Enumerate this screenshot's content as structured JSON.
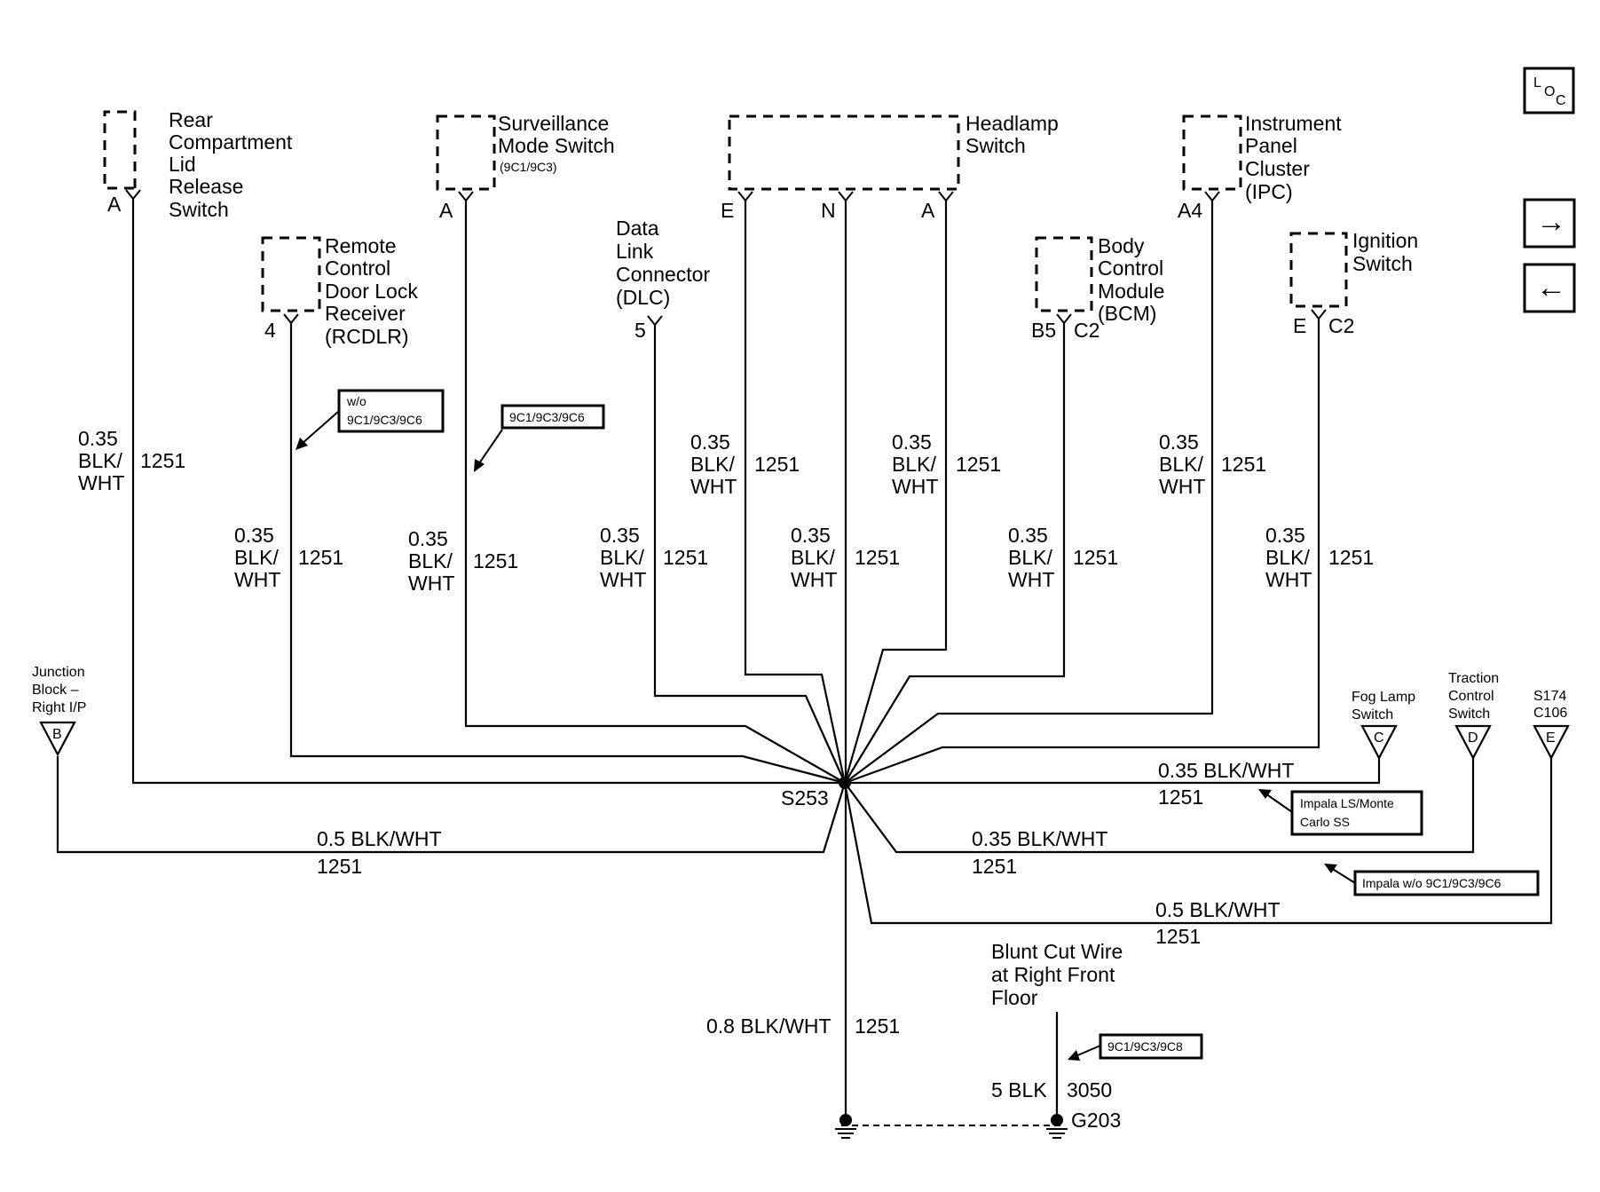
{
  "components": {
    "rear_lid": {
      "lines": [
        "Rear",
        "Compartment",
        "Lid",
        "Release",
        "Switch"
      ],
      "pin": "A"
    },
    "surveillance": {
      "lines": [
        "Surveillance",
        "Mode Switch"
      ],
      "option": "(9C1/9C3)",
      "pin": "A"
    },
    "headlamp": {
      "lines": [
        "Headlamp",
        "Switch"
      ],
      "pins": [
        "E",
        "N",
        "A"
      ]
    },
    "ipc": {
      "lines": [
        "Instrument",
        "Panel",
        "Cluster",
        "(IPC)"
      ],
      "pin": "A4"
    },
    "rcdlr": {
      "lines": [
        "Remote",
        "Control",
        "Door Lock",
        "Receiver",
        "(RCDLR)"
      ],
      "pin": "4"
    },
    "dlc": {
      "lines": [
        "Data",
        "Link",
        "Connector",
        "(DLC)"
      ],
      "pin": "5"
    },
    "bcm": {
      "lines": [
        "Body",
        "Control",
        "Module",
        "(BCM)"
      ],
      "pin": "B5",
      "connector": "C2"
    },
    "ignition": {
      "lines": [
        "Ignition",
        "Switch"
      ],
      "pin": "E",
      "connector": "C2"
    }
  },
  "wire_labels": {
    "size_035": "0.35",
    "color_blk": "BLK/",
    "color_wht": "WHT",
    "circuit": "1251",
    "full_035": "0.35 BLK/WHT",
    "full_05": "0.5 BLK/WHT",
    "full_08": "0.8 BLK/WHT",
    "ground_wire": "5 BLK",
    "ground_circuit": "3050"
  },
  "connectors": {
    "junction": {
      "lines": [
        "Junction",
        "Block –",
        "Right I/P"
      ],
      "pin": "B"
    },
    "fog": {
      "lines": [
        "Fog Lamp",
        "Switch"
      ],
      "pin": "C"
    },
    "traction": {
      "lines": [
        "Traction",
        "Control",
        "Switch"
      ],
      "pin": "D"
    },
    "s174": {
      "lines": [
        "S174",
        "C106"
      ],
      "pin": "E"
    }
  },
  "callouts": {
    "wo_options": [
      "w/o",
      "9C1/9C3/9C6"
    ],
    "options_1": "9C1/9C3/9C6",
    "impala_ls": [
      "Impala LS/Monte",
      "Carlo SS"
    ],
    "impala_wo": "Impala w/o 9C1/9C3/9C6",
    "options_2": "9C1/9C3/9C8"
  },
  "splice": "S253",
  "ground": "G203",
  "blunt_cut": [
    "Blunt Cut Wire",
    "at Right Front",
    "Floor"
  ],
  "nav": {
    "loc_l": "L",
    "loc_o": "O",
    "loc_c": "C",
    "next_arrow": "→",
    "prev_arrow": "←"
  }
}
